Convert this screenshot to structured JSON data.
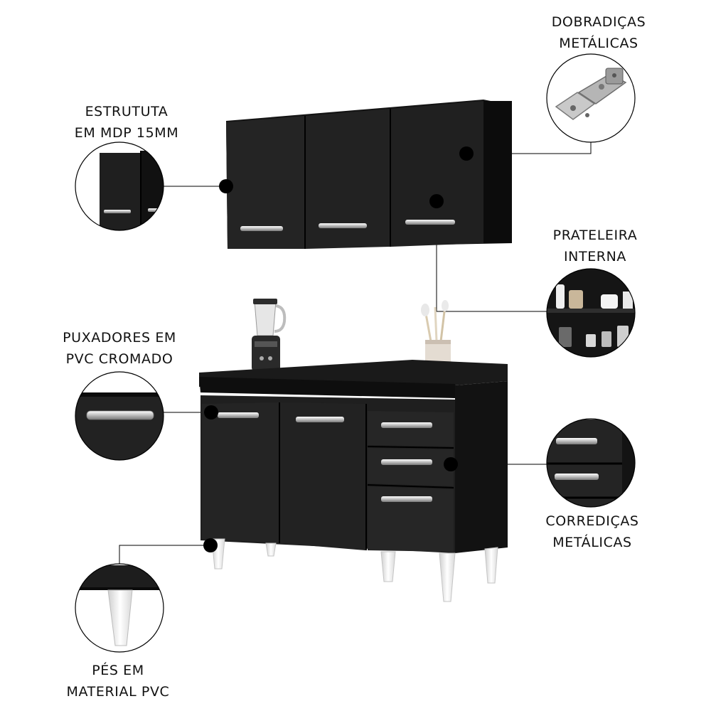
{
  "labels": {
    "structure": {
      "line1": "ESTRUTUTA",
      "line2": "EM MDP 15MM"
    },
    "hinges": {
      "line1": "DOBRADIÇAS",
      "line2": "METÁLICAS"
    },
    "shelf": {
      "line1": "PRATELEIRA",
      "line2": "INTERNA"
    },
    "handles": {
      "line1": "PUXADORES EM",
      "line2": "PVC CROMADO"
    },
    "slides": {
      "line1": "CORREDIÇAS",
      "line2": "METÁLICAS"
    },
    "feet": {
      "line1": "PÉS EM",
      "line2": "MATERIAL PVC"
    }
  },
  "colors": {
    "cabinet": "#1e1e1e",
    "cabinet_edge": "#0c0c0c",
    "chrome": "#d9d9d9",
    "feet": "#f2f2f2",
    "text": "#111111",
    "marker": "#000000"
  }
}
